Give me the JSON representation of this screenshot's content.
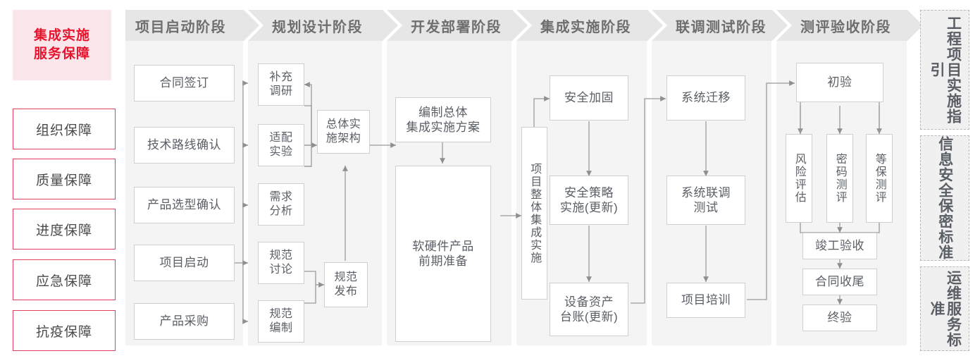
{
  "title_card": {
    "label": "集成实施\n服务保障",
    "bg": "#fbe7eb",
    "color": "#e8142d"
  },
  "guarantees": [
    {
      "label": "组织保障"
    },
    {
      "label": "质量保障"
    },
    {
      "label": "进度保障"
    },
    {
      "label": "应急保障"
    },
    {
      "label": "抗疫保障"
    }
  ],
  "phases": [
    {
      "label": "项目启动阶段"
    },
    {
      "label": "规划设计阶段"
    },
    {
      "label": "开发部署阶段"
    },
    {
      "label": "集成实施阶段"
    },
    {
      "label": "联调测试阶段"
    },
    {
      "label": "测评验收阶段"
    }
  ],
  "nodes": {
    "p1": [
      {
        "label": "合同签订"
      },
      {
        "label": "技术路线确认"
      },
      {
        "label": "产品选型确认"
      },
      {
        "label": "项目启动"
      },
      {
        "label": "产品采购"
      }
    ],
    "p2": [
      {
        "label": "补充\n调研"
      },
      {
        "label": "适配\n实验"
      },
      {
        "label": "需求\n分析"
      },
      {
        "label": "规范\n讨论"
      },
      {
        "label": "规范\n编制"
      },
      {
        "label": "总体实\n施架构"
      },
      {
        "label": "规范\n发布"
      }
    ],
    "p3": [
      {
        "label": "编制总体\n集成实施方案"
      },
      {
        "label": "软硬件产品\n前期准备"
      }
    ],
    "p4": [
      {
        "label": "项目整体集成实施"
      },
      {
        "label": "安全加固"
      },
      {
        "label": "安全策略\n实施(更新)"
      },
      {
        "label": "设备资产\n台账(更新)"
      }
    ],
    "p5": [
      {
        "label": "系统迁移"
      },
      {
        "label": "系统联调\n测试"
      },
      {
        "label": "项目培训"
      }
    ],
    "p6": [
      {
        "label": "初验"
      },
      {
        "label": "风险评估"
      },
      {
        "label": "密码测评"
      },
      {
        "label": "等保测评"
      },
      {
        "label": "竣工验收"
      },
      {
        "label": "合同收尾"
      },
      {
        "label": "终验"
      }
    ]
  },
  "rails": [
    {
      "label": "工程项目实施指引"
    },
    {
      "label": "信息安全保密标准"
    },
    {
      "label": "运维服务标准"
    }
  ],
  "colors": {
    "accent_red": "#e8142d",
    "guarantee_border": "#e0415a",
    "column_header_bg": "#e6e6e6",
    "column_body_bg": "#f4f4f4",
    "node_border": "#cfcfcf",
    "node_text": "#5a5f66",
    "wire": "#9a9a9a",
    "rail_border": "#b9b9b9"
  }
}
